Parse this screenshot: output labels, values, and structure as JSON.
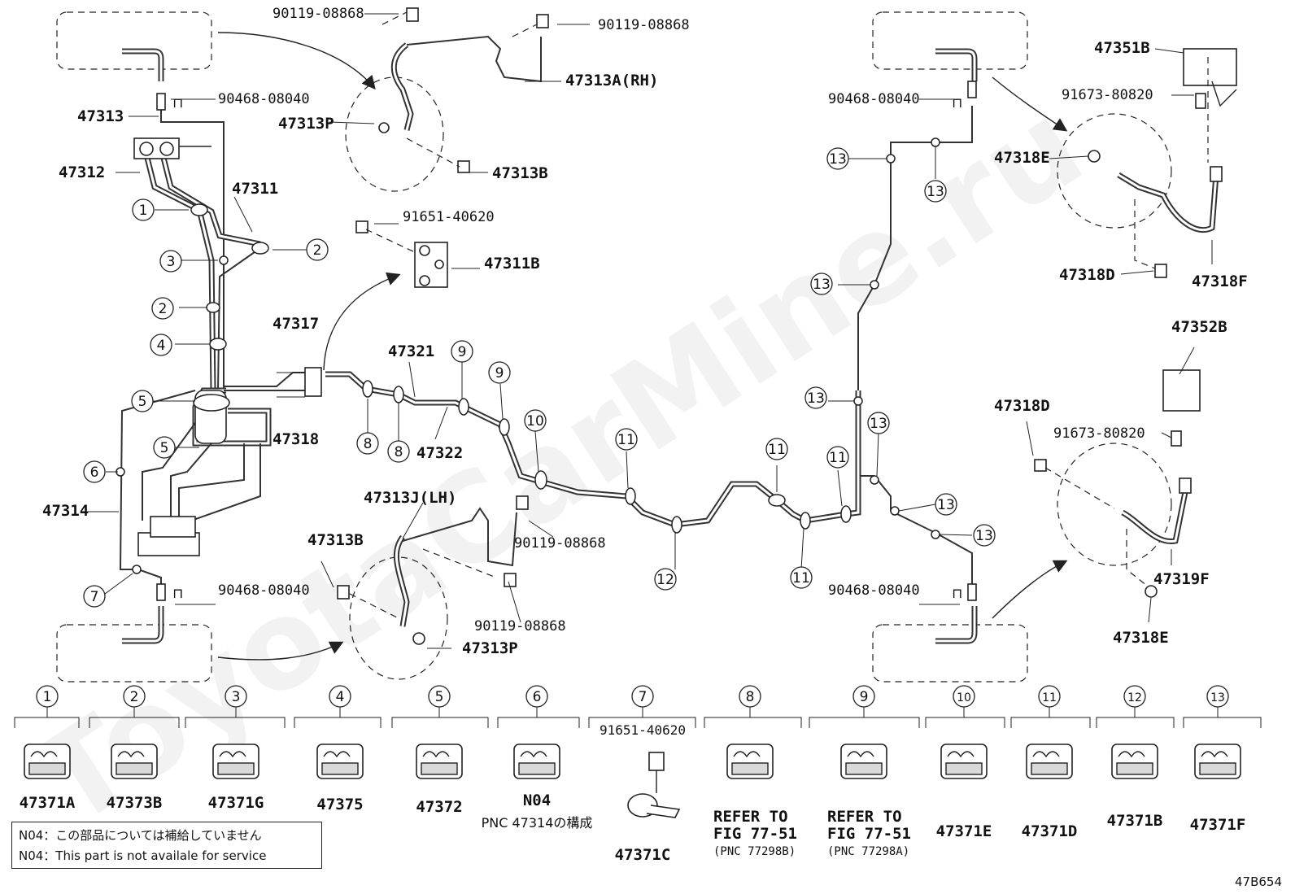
{
  "watermark": "ToyotaCarMine.ru",
  "diagram_code": "47B654",
  "note": {
    "line1": "N04：この部品については補給していません",
    "line2": "N04：This part is not availale for service"
  },
  "labels": {
    "p90119_top_left": "90119-08868",
    "p90119_top_right": "90119-08868",
    "p47313A": "47313A(RH)",
    "p90468_tl": "90468-08040",
    "p47313": "47313",
    "p47313P_top": "47313P",
    "p47312": "47312",
    "p47311": "47311",
    "p47313B_top": "47313B",
    "p91651": "91651-40620",
    "p47311B": "47311B",
    "p47317": "47317",
    "p47318": "47318",
    "p47321": "47321",
    "p47322": "47322",
    "p47314": "47314",
    "p47313J": "47313J(LH)",
    "p47313B_bot": "47313B",
    "p90119_bot1": "90119-08868",
    "p90119_bot2": "90119-08868",
    "p90468_bl": "90468-08040",
    "p47313P_bot": "47313P",
    "p90468_tr": "90468-08040",
    "p90468_br": "90468-08040",
    "p47351B": "47351B",
    "p91673_top": "91673-80820",
    "p47318E_top": "47318E",
    "p47318D_top": "47318D",
    "p47318F": "47318F",
    "p47352B": "47352B",
    "p47318D_bot": "47318D",
    "p91673_bot": "91673-80820",
    "p47319F": "47319F",
    "p47318E_bot": "47318E"
  },
  "callouts": {
    "c1": "1",
    "c2a": "2",
    "c3": "3",
    "c2b": "2",
    "c4": "4",
    "c5a": "5",
    "c5b": "5",
    "c6": "6",
    "c7": "7",
    "c8a": "8",
    "c8b": "8",
    "c9a": "9",
    "c9b": "9",
    "c10": "10",
    "c11a": "11",
    "c11b": "11",
    "c11c": "11",
    "c11d": "11",
    "c12": "12",
    "c13a": "13",
    "c13b": "13",
    "c13c": "13",
    "c13d": "13",
    "c13e": "13",
    "c13f": "13",
    "c13g": "13"
  },
  "legend": [
    {
      "num": "1",
      "part": "47371A"
    },
    {
      "num": "2",
      "part": "47373B"
    },
    {
      "num": "3",
      "part": "47371G"
    },
    {
      "num": "4",
      "part": "47375"
    },
    {
      "num": "5",
      "part": "47372"
    },
    {
      "num": "6",
      "part": "N04",
      "sub": "PNC 47314の構成"
    },
    {
      "num": "7",
      "part": "47371C",
      "bolt": "91651-40620"
    },
    {
      "num": "8",
      "part": "REFER TO",
      "ref": "FIG 77-51",
      "pnc": "(PNC 77298B)"
    },
    {
      "num": "9",
      "part": "REFER TO",
      "ref": "FIG 77-51",
      "pnc": "(PNC 77298A)"
    },
    {
      "num": "10",
      "part": "47371E"
    },
    {
      "num": "11",
      "part": "47371D"
    },
    {
      "num": "12",
      "part": "47371B"
    },
    {
      "num": "13",
      "part": "47371F"
    }
  ]
}
